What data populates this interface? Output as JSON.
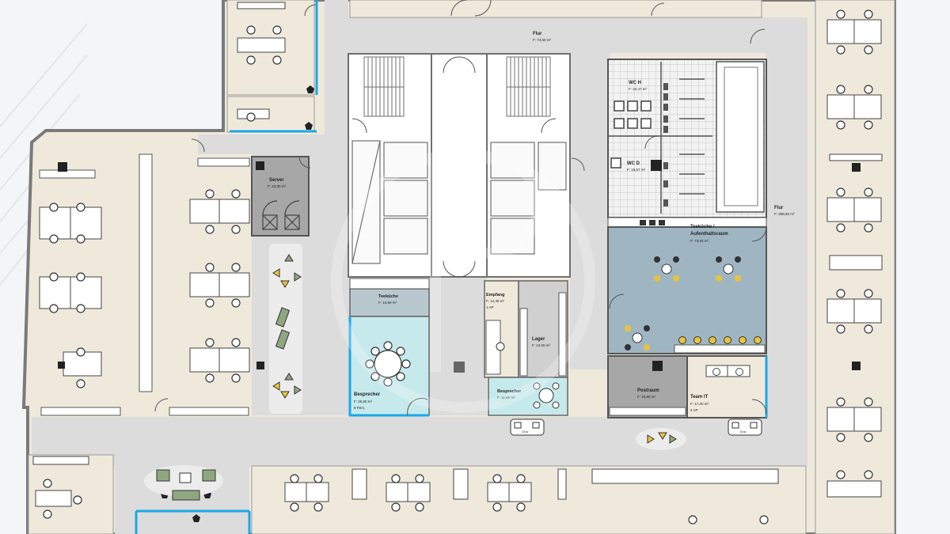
{
  "rooms": {
    "flur_top": {
      "name": "Flur",
      "area": "F: 73,50 m²"
    },
    "flur_right": {
      "name": "Flur",
      "area": "F: 306,80 m²"
    },
    "server": {
      "name": "Server",
      "area": "F: 10,00 m²"
    },
    "wc_h": {
      "name": "WC H",
      "area": "F: 20,47 m²"
    },
    "wc_d": {
      "name": "WC D",
      "area": "F: 15,67 m²"
    },
    "teekueche_big": {
      "name": "Teeküche /",
      "name2": "Aufenthaltsraum",
      "area": "F:           73,93 m²"
    },
    "teekueche_small": {
      "name": "Teeküche",
      "area": "F: 10,50 m²"
    },
    "besprecher_big": {
      "name": "Besprecher",
      "area": "F: 26,60 m²",
      "note": "8 Pers."
    },
    "empfang": {
      "name": "Empfang",
      "area": "F: 12,49 m²",
      "note": "1 AP"
    },
    "lager": {
      "name": "Lager",
      "area": "F: 12,00 m²"
    },
    "besprecher_small": {
      "name": "Besprecher",
      "area": "F: 11,60 m²"
    },
    "postraum": {
      "name": "Postraum",
      "area": "F: 16,80 m²"
    },
    "team_it": {
      "name": "Team IT",
      "area": "F: 17,20 m²",
      "note": "2 AP"
    }
  },
  "appliances": {
    "copier_label": "Druc"
  },
  "colors": {
    "office_floor": "#efe9dc",
    "corridor": "#dcdcdc",
    "wall": "#777777",
    "meeting_room": "#c6e9ec",
    "lounge": "#9fb6c2",
    "service_room": "#a7a7a7",
    "glass_wall": "#19a8e8",
    "chair_yellow": "#e9c43a",
    "accent_green": "#8fa77f"
  }
}
